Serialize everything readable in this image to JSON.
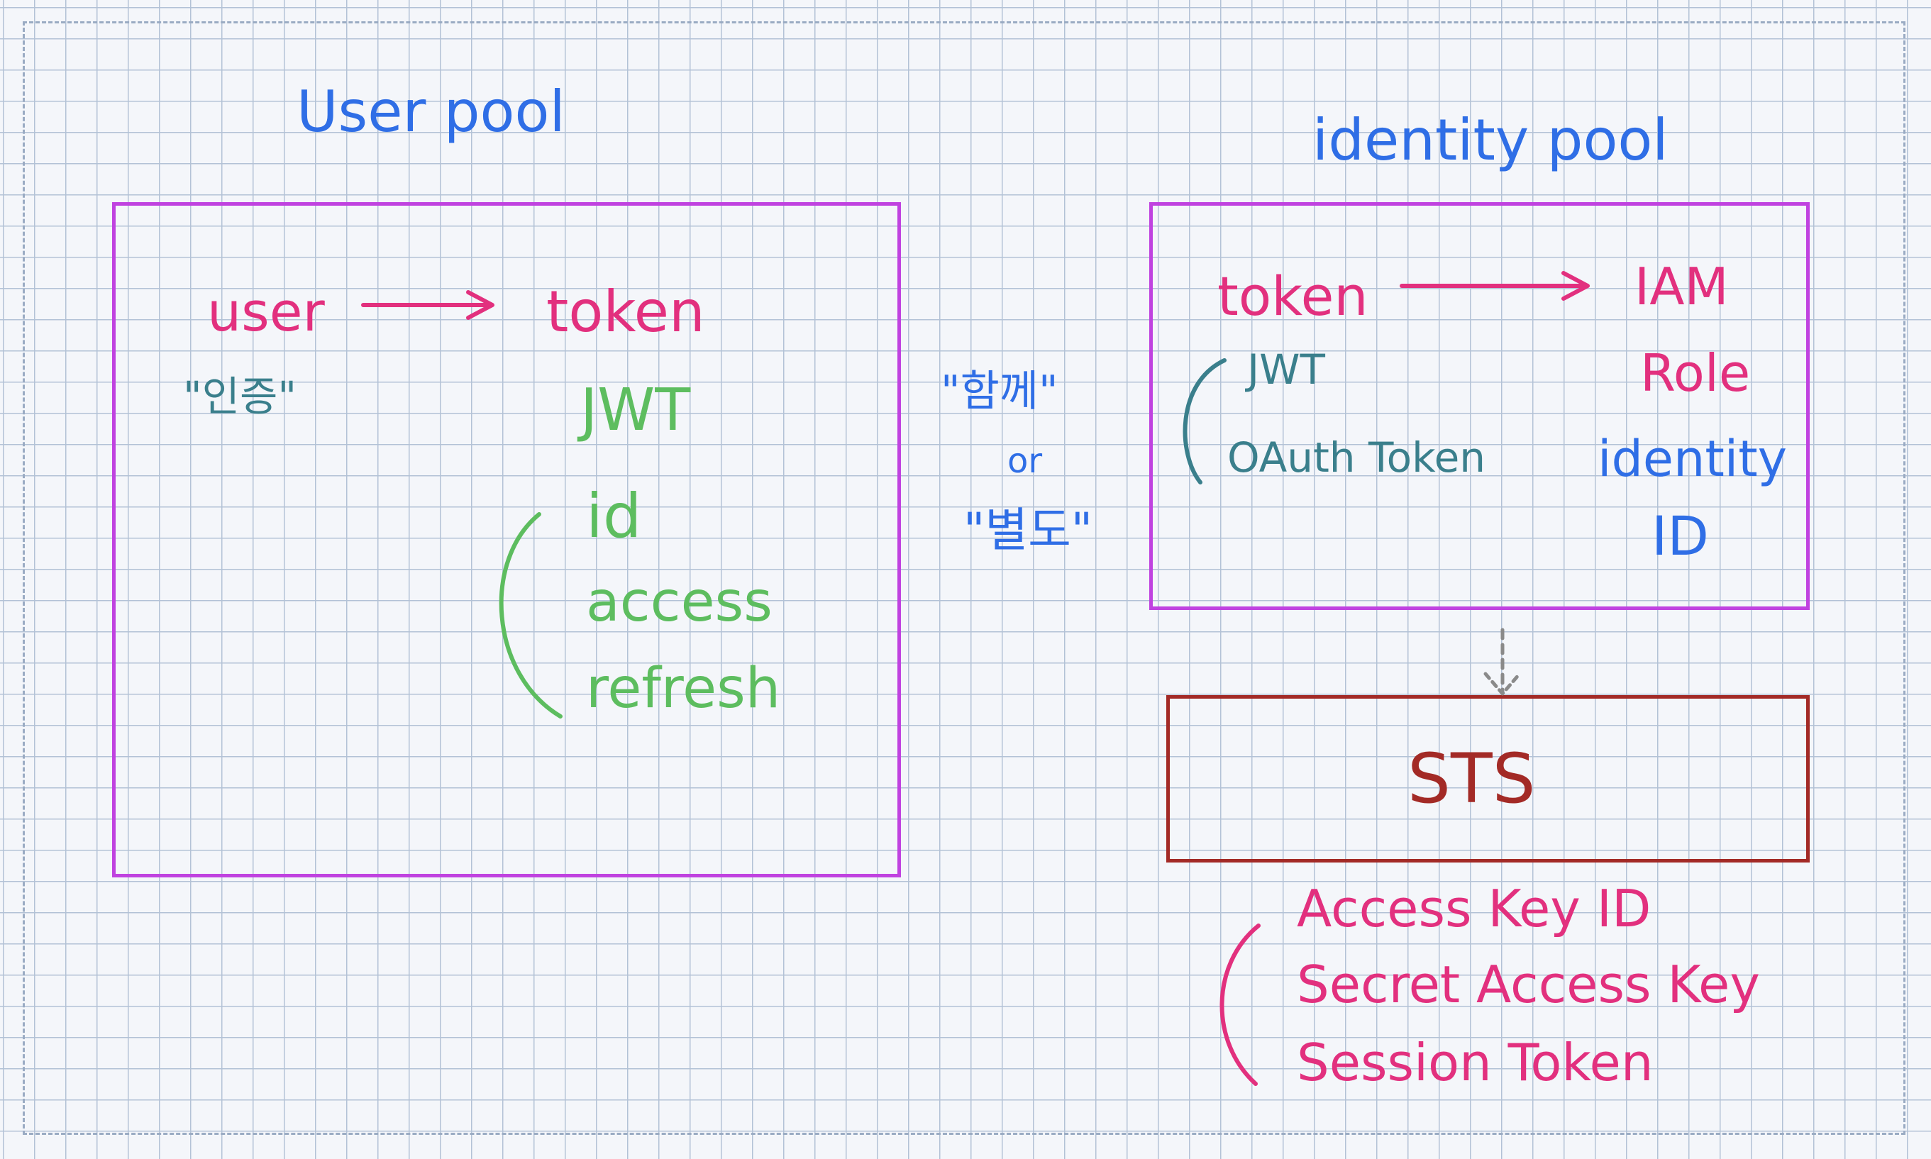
{
  "user_pool": {
    "title": "User pool",
    "user_label": "user",
    "auth_note": "\"인증\"",
    "token_label": "token",
    "jwt_label": "JWT",
    "token_types": [
      "id",
      "access",
      "refresh"
    ]
  },
  "middle": {
    "together_note": "\"함께\"",
    "or_label": "or",
    "separate_note": "\"별도\""
  },
  "identity_pool": {
    "title": "identity pool",
    "token_label": "token",
    "input_types": [
      "JWT",
      "OAuth Token"
    ],
    "iam_label": "IAM",
    "role_label": "Role",
    "identity_label": "identity",
    "id_label": "ID"
  },
  "sts": {
    "label": "STS",
    "credentials": [
      "Access Key ID",
      "Secret Access Key",
      "Session Token"
    ]
  },
  "colors": {
    "title_blue": "#2f6ee6",
    "pink": "#e2307e",
    "teal": "#3a7f8c",
    "green": "#5dbd5f",
    "box_purple": "#c042e0",
    "sts_red": "#a32a26"
  }
}
